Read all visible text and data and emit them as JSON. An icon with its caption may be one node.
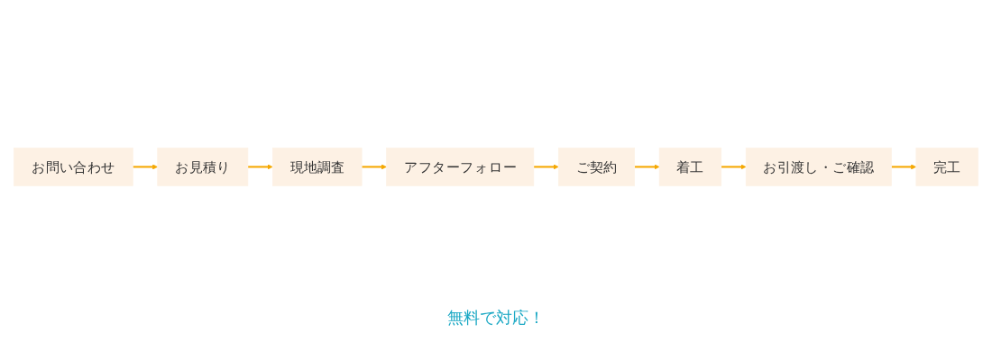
{
  "diagram": {
    "nodes": [
      {
        "text": [
          "お問い合わせ"
        ]
      },
      {
        "text": [
          "お見積り"
        ]
      },
      {
        "text": [
          "現地調査"
        ]
      },
      {
        "text": [
          "アフターフォロー"
        ]
      },
      {
        "text": [
          "ご契約"
        ]
      },
      {
        "text": [
          "着工"
        ]
      },
      {
        "text": [
          "お引渡し・ご確認"
        ]
      },
      {
        "text": [
          "完工"
        ]
      }
    ],
    "edges": [
      {
        "from": 0,
        "to": 1,
        "arrow": "to"
      },
      {
        "from": 1,
        "to": 2,
        "arrow": "to"
      },
      {
        "from": 2,
        "to": 3,
        "arrow": "to"
      },
      {
        "from": 3,
        "to": 4,
        "arrow": "to"
      },
      {
        "from": 4,
        "to": 5,
        "arrow": "to"
      },
      {
        "from": 5,
        "to": 6,
        "arrow": "to"
      },
      {
        "from": 6,
        "to": 7,
        "arrow": "to"
      }
    ],
    "labels": [
      "無料で対応！"
    ]
  }
}
